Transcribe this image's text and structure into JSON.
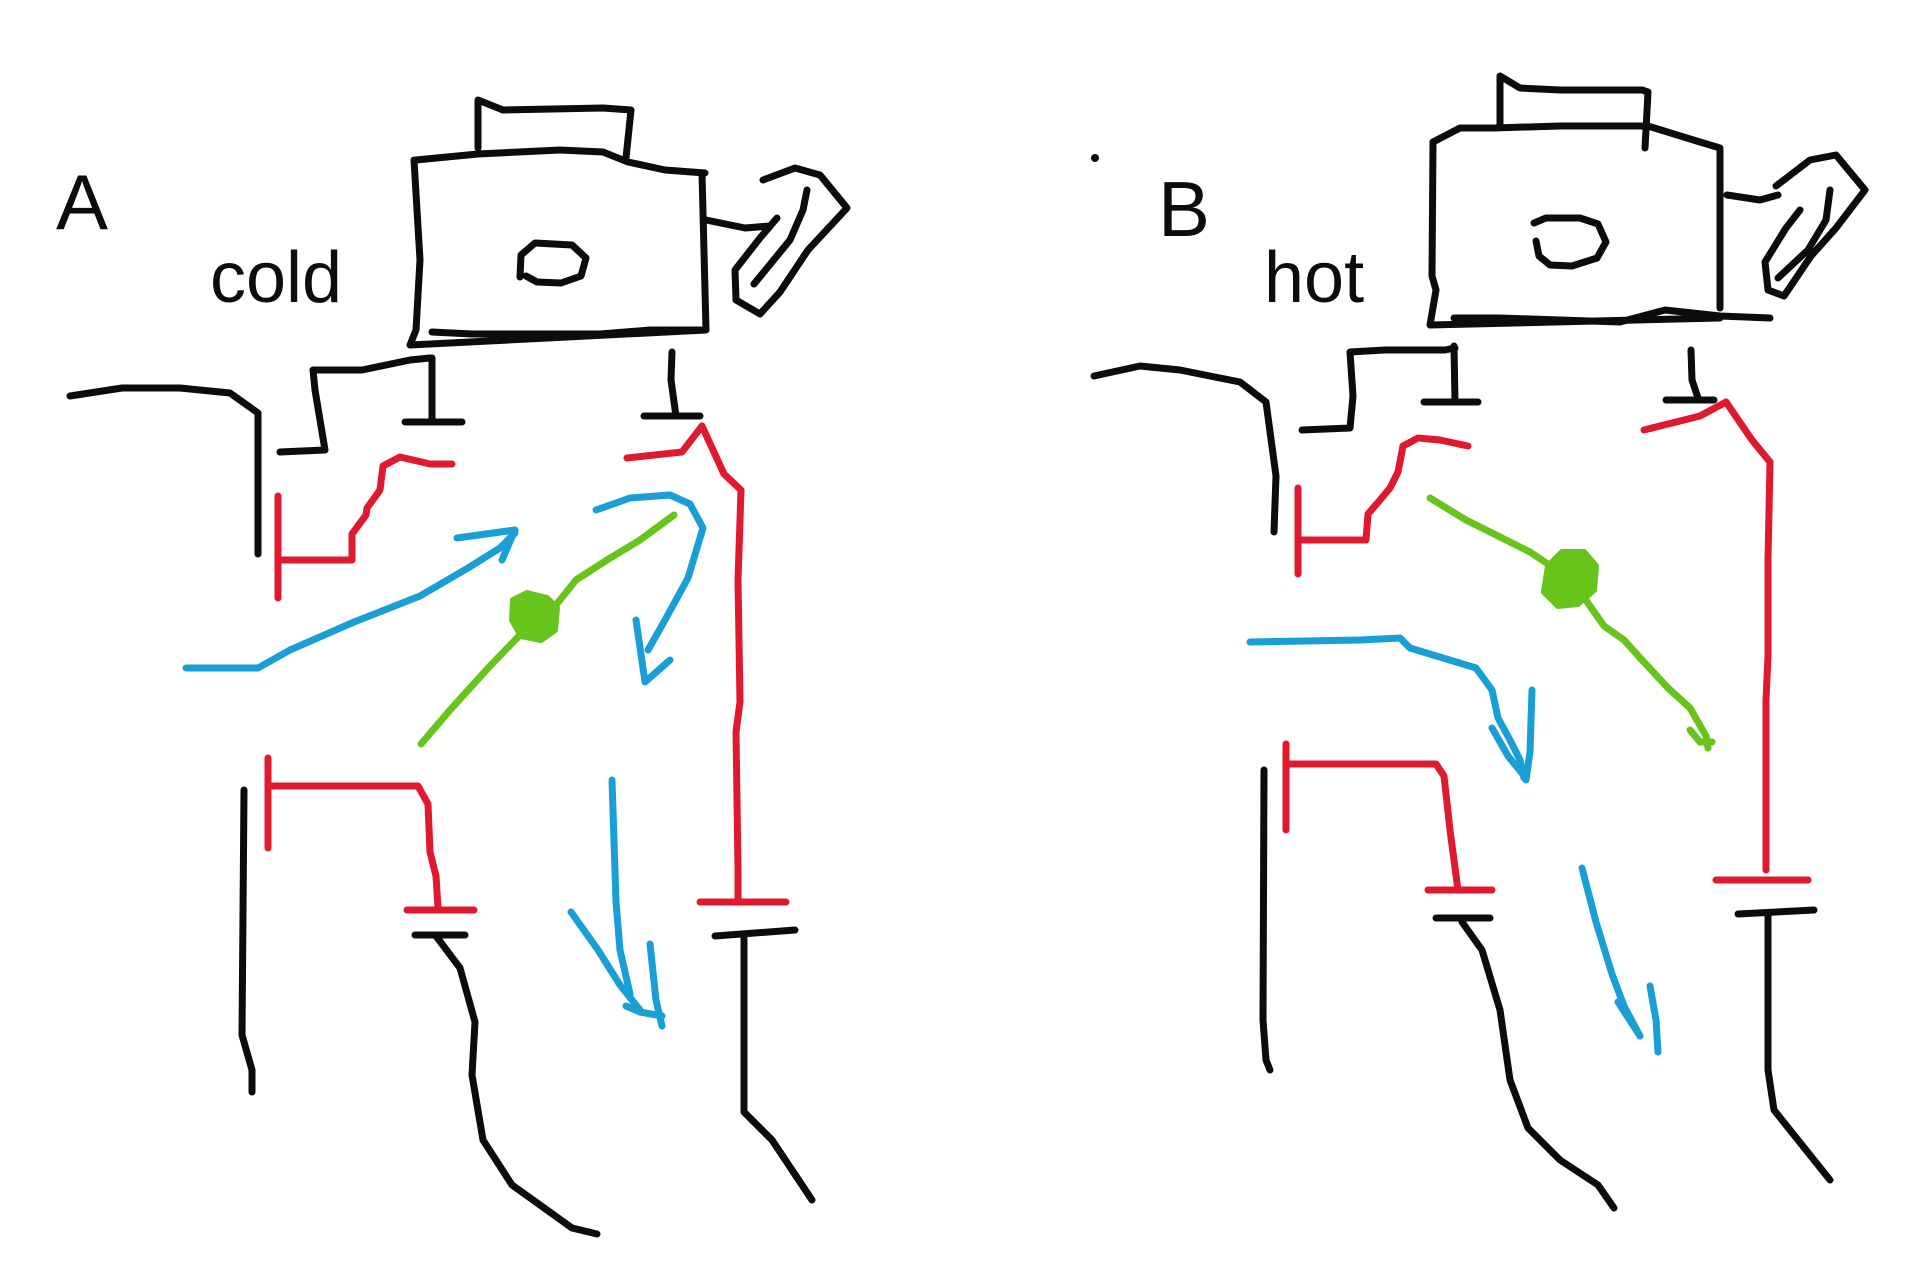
{
  "panels": [
    {
      "id": "A",
      "letter": "A",
      "caption": "cold"
    },
    {
      "id": "B",
      "letter": "B",
      "caption": "hot"
    }
  ],
  "colors": {
    "outline": "#0c0c0c",
    "red": "#e01a2e",
    "blue": "#1a9ed6",
    "green": "#66c41a",
    "background": "#ffffff"
  },
  "icons": [
    "kettle-icon"
  ]
}
